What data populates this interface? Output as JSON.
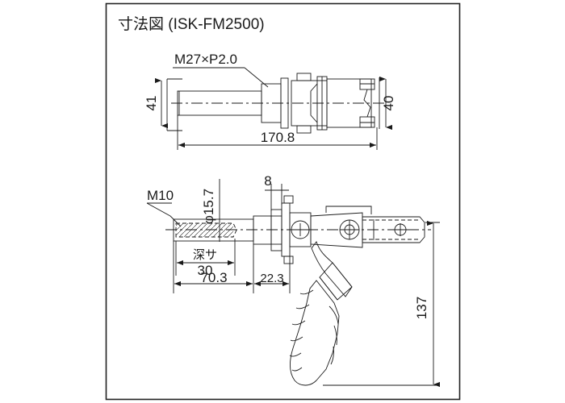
{
  "page": {
    "background_color": "#ffffff",
    "frame_color": "#222222",
    "line_color": "#1a1a1a"
  },
  "title": {
    "text": "寸法図 (ISK-FM2500)",
    "label": "dimension-drawing-title"
  },
  "views": [
    {
      "name": "top-view",
      "description": "Side elevation of toggle clamp body"
    },
    {
      "name": "bottom-view",
      "description": "Side elevation with handle and link arm"
    }
  ],
  "annotations": {
    "thread_top": "M27×P2.0",
    "thread_bottom": "M10",
    "depth_label": "深サ",
    "depth_value": "30",
    "diameter": "φ15.7",
    "width_8": "8"
  },
  "dimensions": {
    "height_left_top": "41",
    "height_right_top": "40",
    "length_total_top": "170.8",
    "length_left_bottom": "70.3",
    "length_mid_bottom": "22.3",
    "height_right_bottom": "137"
  },
  "chart_data": {
    "type": "table",
    "title": "寸法図 (ISK-FM2500)",
    "categories": [
      "41",
      "40",
      "170.8",
      "70.3",
      "22.3",
      "137",
      "30"
    ],
    "values": [
      41,
      40,
      170.8,
      70.3,
      22.3,
      137,
      30
    ],
    "units": "mm",
    "annotations": [
      "M27×P2.0",
      "M10",
      "φ15.7",
      "8",
      "深サ"
    ],
    "xlabel": "",
    "ylabel": ""
  }
}
